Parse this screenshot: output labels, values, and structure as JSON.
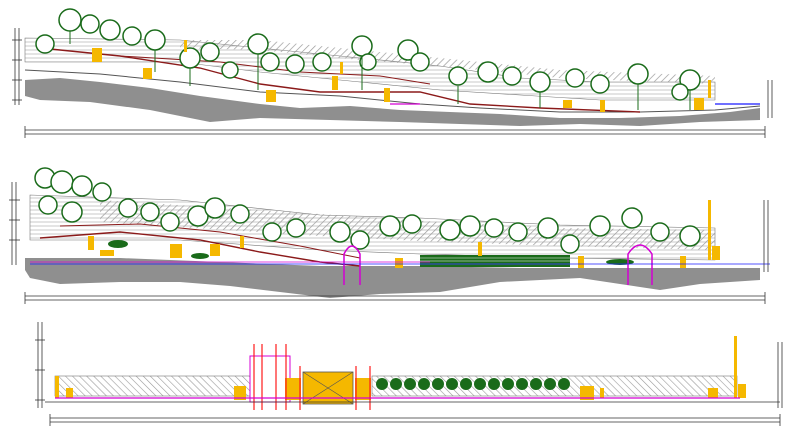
{
  "drawing": {
    "colors": {
      "background": "#ffffff",
      "ground": "#8f8f8f",
      "ground_dark": "#6f6f6f",
      "tree": "#1a6b1a",
      "tree_light": "#ffffff",
      "hatch": "#9a9a9a",
      "path_line": "#8b1a1a",
      "yellow": "#f5b800",
      "magenta": "#d400d4",
      "blue": "#1a1aff",
      "red": "#ff1a1a",
      "dim_line": "#333333"
    },
    "panels": [
      {
        "id": "elevation-1",
        "description_icon": "tree-icon"
      },
      {
        "id": "elevation-2",
        "description_icon": "tree-icon"
      },
      {
        "id": "elevation-3",
        "description_icon": "fence-icon"
      }
    ]
  }
}
